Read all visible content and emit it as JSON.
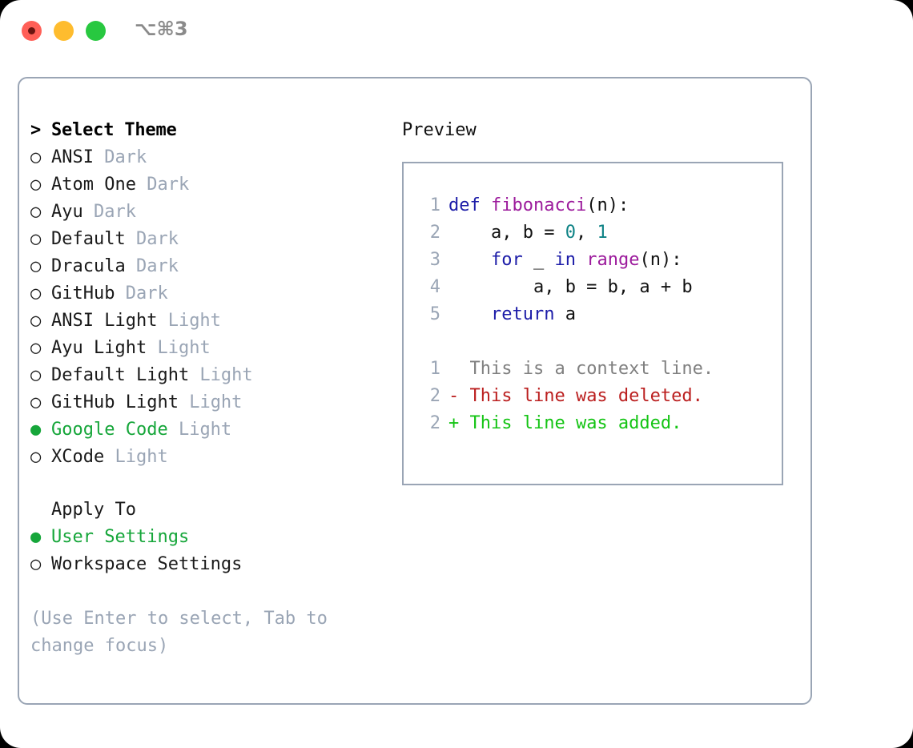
{
  "window": {
    "traffic_lights": [
      "close",
      "minimize",
      "maximize"
    ],
    "shortcut_label": "⌥⌘3",
    "colors": {
      "close": "#ff5f57",
      "minimize": "#febc2e",
      "maximize": "#28c840",
      "border": "#9aa5b5",
      "accent_green": "#16a63a",
      "muted": "#9aa5b5"
    }
  },
  "theme_picker": {
    "header": {
      "marker": ">",
      "label": "Select Theme"
    },
    "items": [
      {
        "marker": "○",
        "label": "ANSI",
        "suffix": "Dark",
        "selected": false
      },
      {
        "marker": "○",
        "label": "Atom One",
        "suffix": "Dark",
        "selected": false
      },
      {
        "marker": "○",
        "label": "Ayu",
        "suffix": "Dark",
        "selected": false
      },
      {
        "marker": "○",
        "label": "Default",
        "suffix": "Dark",
        "selected": false
      },
      {
        "marker": "○",
        "label": "Dracula",
        "suffix": "Dark",
        "selected": false
      },
      {
        "marker": "○",
        "label": "GitHub",
        "suffix": "Dark",
        "selected": false
      },
      {
        "marker": "○",
        "label": "ANSI Light",
        "suffix": "Light",
        "selected": false
      },
      {
        "marker": "○",
        "label": "Ayu Light",
        "suffix": "Light",
        "selected": false
      },
      {
        "marker": "○",
        "label": "Default Light",
        "suffix": "Light",
        "selected": false
      },
      {
        "marker": "○",
        "label": "GitHub Light",
        "suffix": "Light",
        "selected": false
      },
      {
        "marker": "●",
        "label": "Google Code",
        "suffix": "Light",
        "selected": true
      },
      {
        "marker": "○",
        "label": "XCode",
        "suffix": "Light",
        "selected": false
      }
    ]
  },
  "apply_to": {
    "title": "Apply To",
    "options": [
      {
        "marker": "●",
        "label": "User Settings",
        "selected": true
      },
      {
        "marker": "○",
        "label": "Workspace Settings",
        "selected": false
      }
    ]
  },
  "hint": "(Use Enter to select, Tab to change focus)",
  "preview": {
    "label": "Preview",
    "code_lines": [
      {
        "num": "1",
        "tokens": [
          {
            "t": "def ",
            "c": "kw"
          },
          {
            "t": "fibonacci",
            "c": "fn"
          },
          {
            "t": "(n):",
            "c": "pln"
          }
        ]
      },
      {
        "num": "2",
        "tokens": [
          {
            "t": "    a, b = ",
            "c": "pln"
          },
          {
            "t": "0",
            "c": "num"
          },
          {
            "t": ", ",
            "c": "pln"
          },
          {
            "t": "1",
            "c": "num"
          }
        ]
      },
      {
        "num": "3",
        "tokens": [
          {
            "t": "    ",
            "c": "pln"
          },
          {
            "t": "for",
            "c": "kw"
          },
          {
            "t": " _ ",
            "c": "pln"
          },
          {
            "t": "in",
            "c": "kw"
          },
          {
            "t": " ",
            "c": "pln"
          },
          {
            "t": "range",
            "c": "fn"
          },
          {
            "t": "(n):",
            "c": "pln"
          }
        ]
      },
      {
        "num": "4",
        "tokens": [
          {
            "t": "        a, b = b, a + b",
            "c": "pln"
          }
        ]
      },
      {
        "num": "5",
        "tokens": [
          {
            "t": "    ",
            "c": "pln"
          },
          {
            "t": "return",
            "c": "kw"
          },
          {
            "t": " a",
            "c": "pln"
          }
        ]
      }
    ],
    "diff_lines": [
      {
        "num": "1",
        "sign": " ",
        "text": " This is a context line.",
        "kind": "ctx"
      },
      {
        "num": "2",
        "sign": "-",
        "text": " This line was deleted.",
        "kind": "del"
      },
      {
        "num": "2",
        "sign": "+",
        "text": " This line was added.",
        "kind": "add"
      }
    ]
  }
}
